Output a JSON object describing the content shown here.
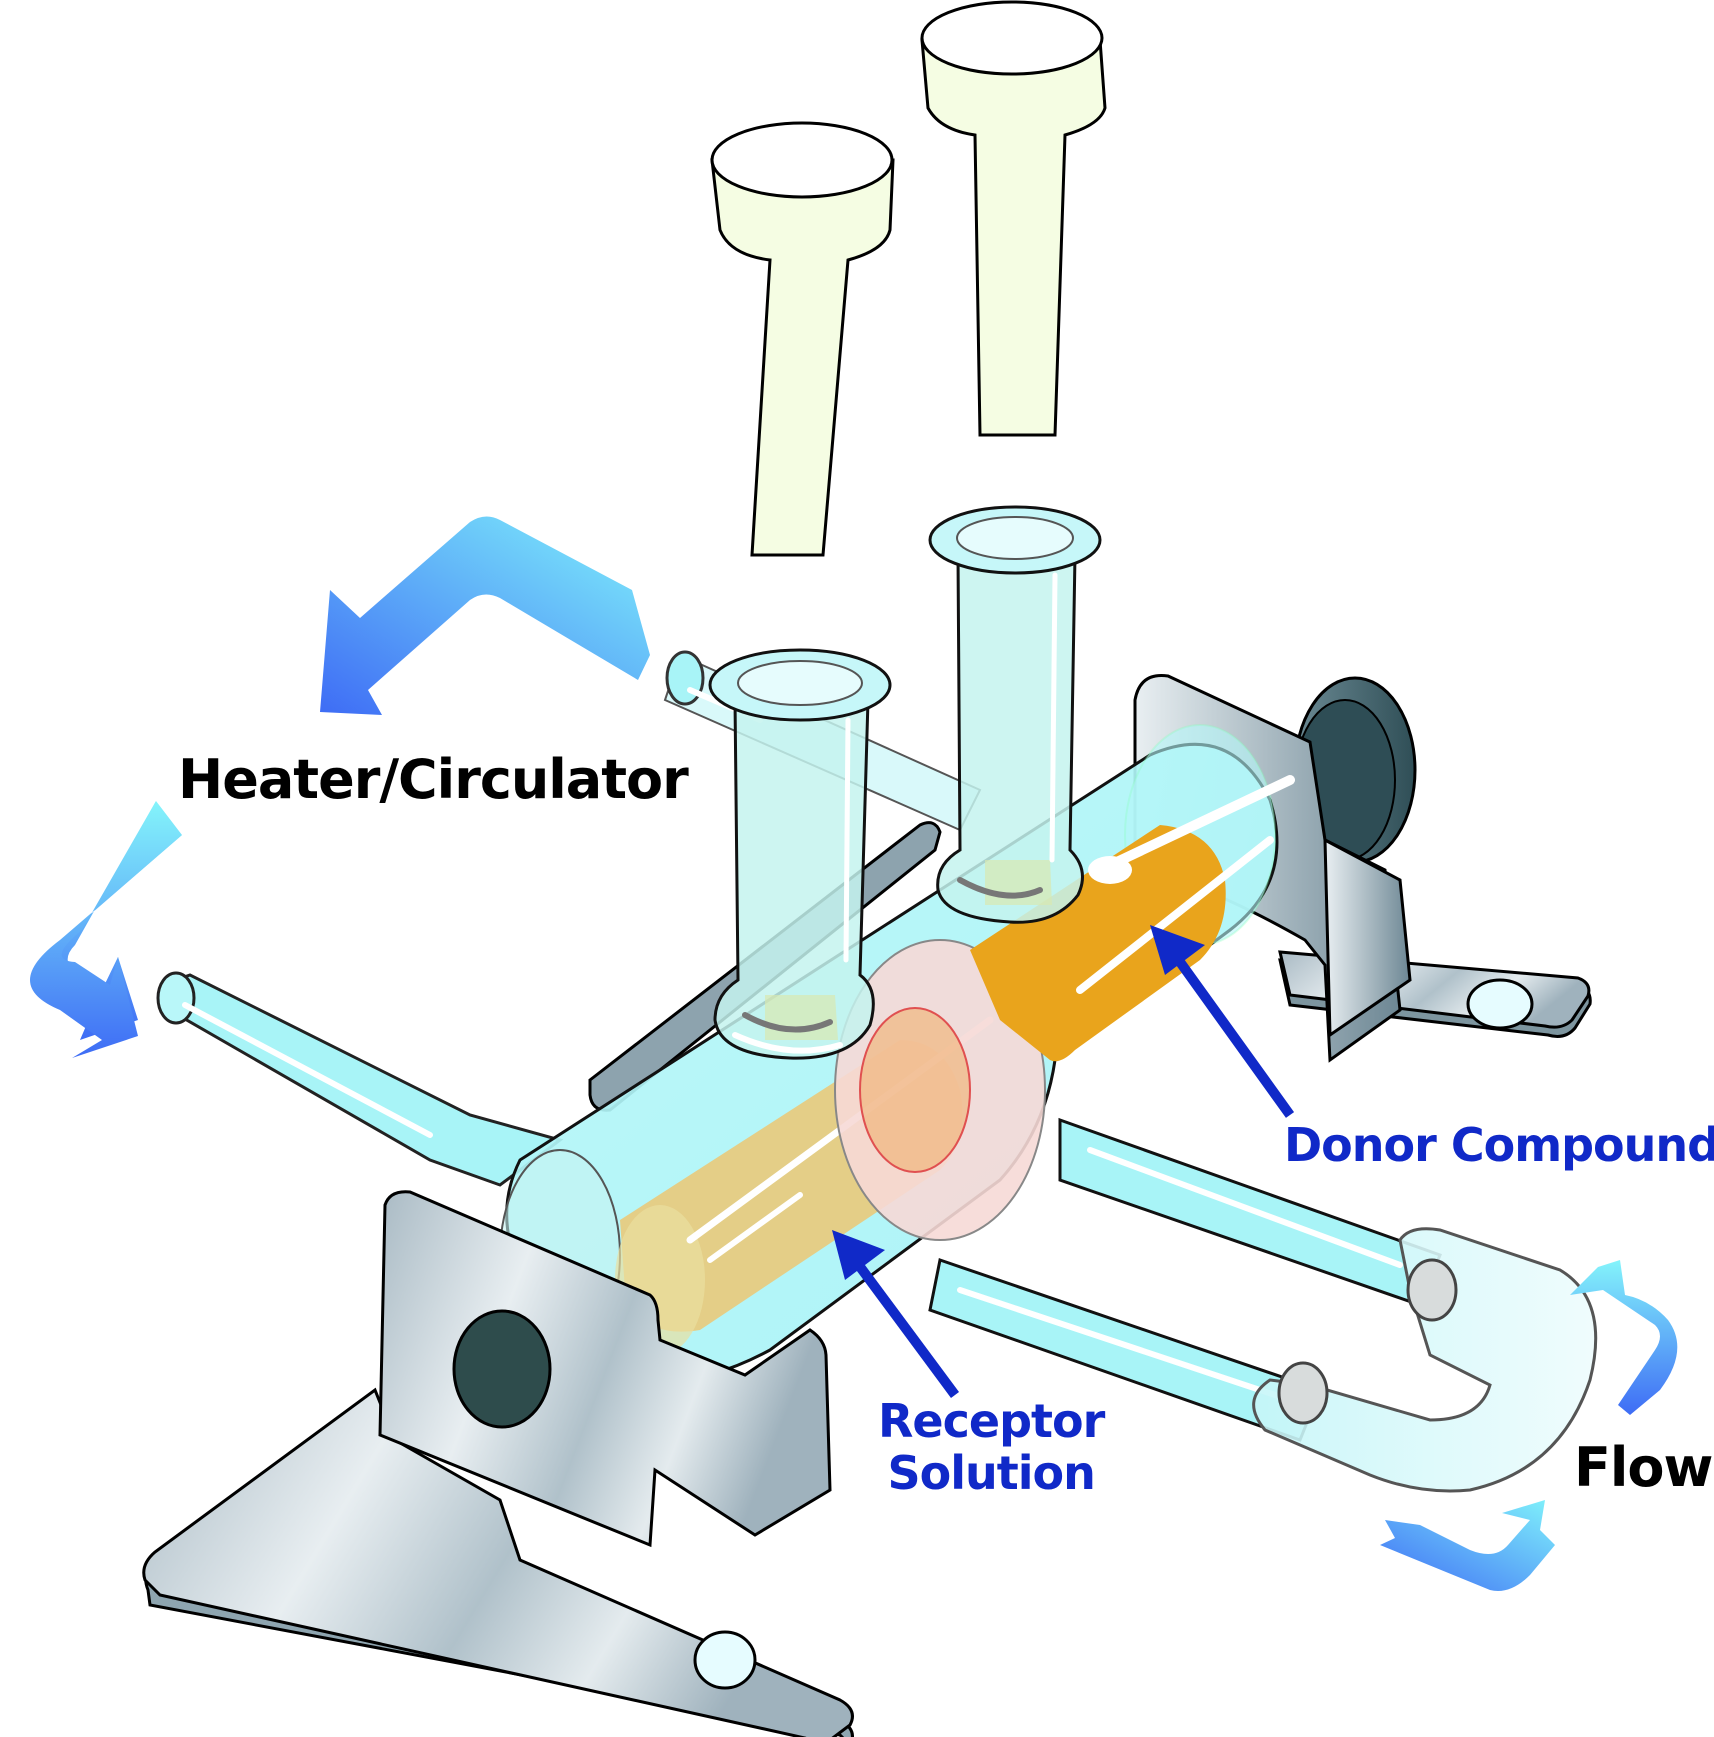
{
  "diagram": {
    "title": "Franz diffusion cell apparatus",
    "labels": {
      "heater_circulator": "Heater/Circulator",
      "donor_compound": "Donor Compound",
      "receptor_solution_line1": "Receptor",
      "receptor_solution_line2": "Solution",
      "flow": "Flow"
    },
    "components": [
      "stopper-left",
      "stopper-right",
      "sampling-port-left",
      "sampling-port-right",
      "water-jacket",
      "receptor-chamber",
      "donor-chamber",
      "membrane",
      "clamp-front",
      "clamp-rear",
      "inlet-tube",
      "outlet-tube",
      "u-tube-connector",
      "flow-arrows",
      "circulation-arrows"
    ],
    "colors": {
      "label_blue": "#1029c8",
      "label_black": "#000000",
      "glass": "#a8f4f7",
      "donor_orange": "#e9a41c",
      "receptor_tan": "#f0c46a",
      "stopper": "#f5fde3",
      "metal": "#b8c7cf",
      "membrane": "#f6d9d6",
      "arrow_light": "#7ff0fb",
      "arrow_dark": "#3a6cf4"
    }
  }
}
